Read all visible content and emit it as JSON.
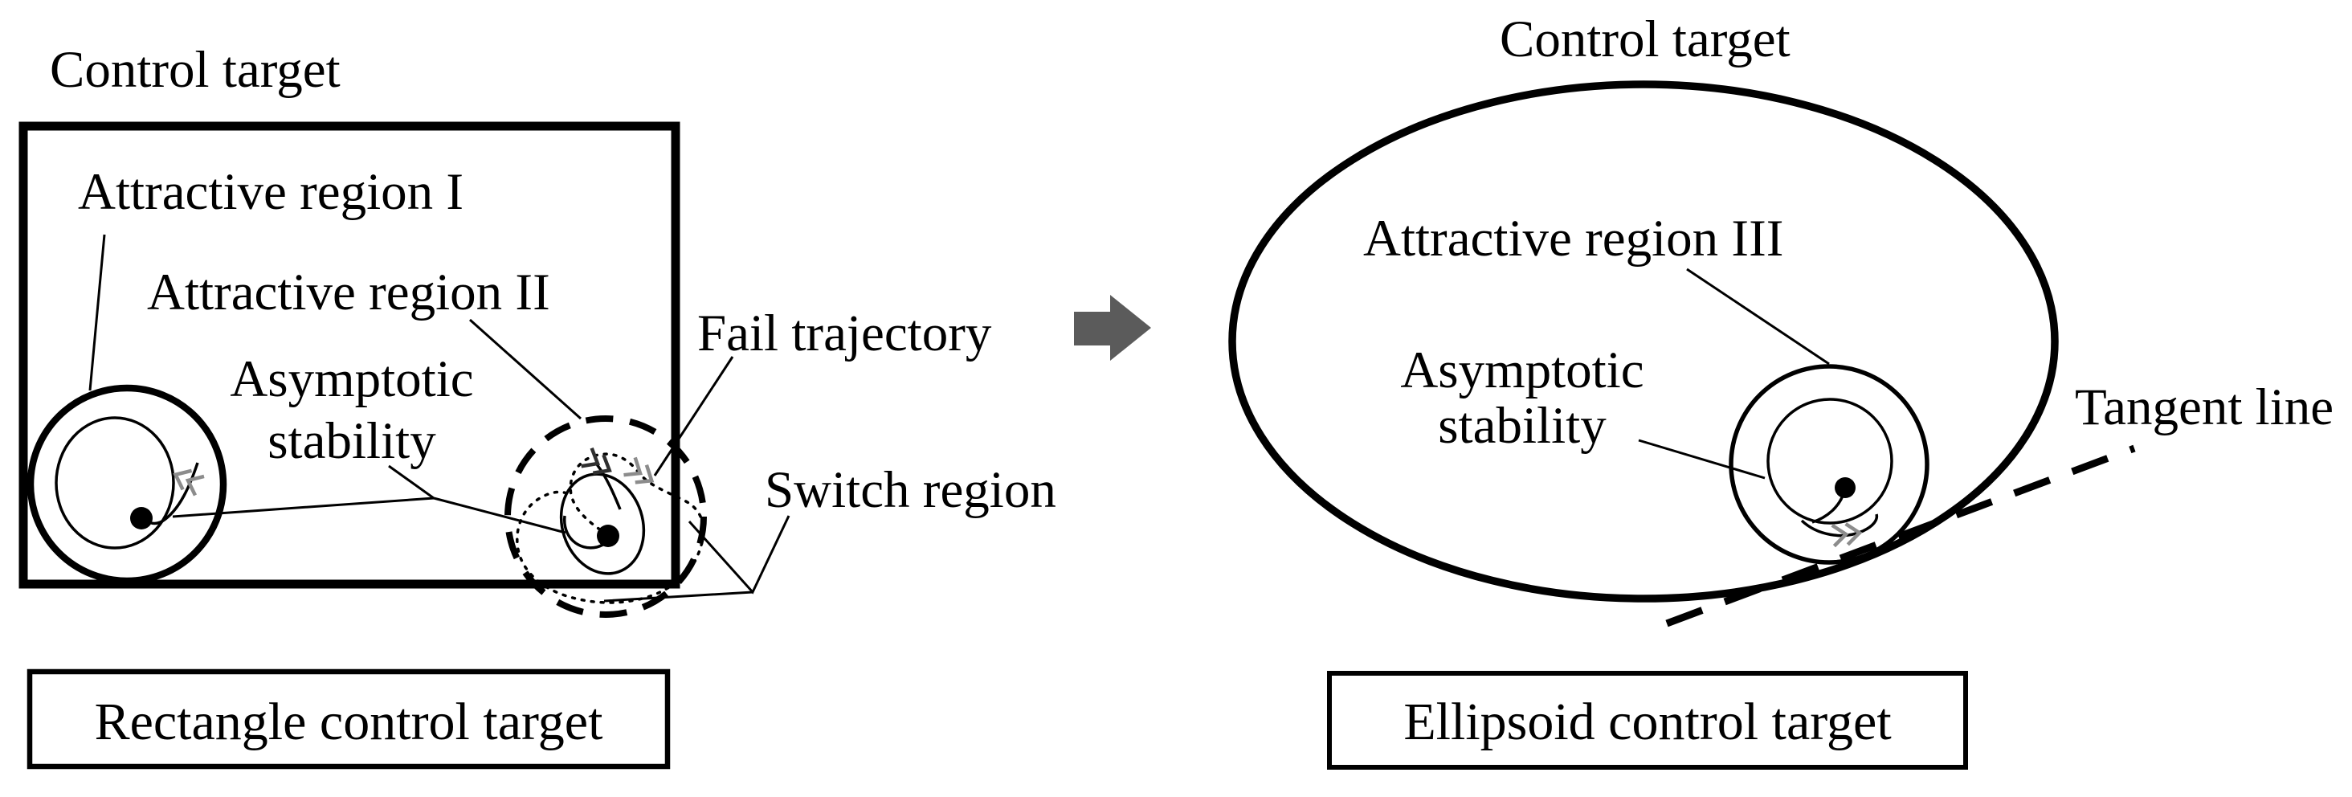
{
  "left": {
    "title": "Control target",
    "attractive_region_1": "Attractive region I",
    "attractive_region_2": "Attractive region II",
    "asymptotic_line1": "Asymptotic",
    "asymptotic_line2": "stability",
    "fail_trajectory": "Fail trajectory",
    "switch_region": "Switch region",
    "caption": "Rectangle control target"
  },
  "right": {
    "title": "Control target",
    "attractive_region_3": "Attractive region III",
    "asymptotic_line1": "Asymptotic",
    "asymptotic_line2": "stability",
    "tangent_line": "Tangent line",
    "caption": "Ellipsoid control target"
  },
  "colors": {
    "ink": "#000000",
    "arrow": "#5b5b5b",
    "chevron_gray": "#8c8c8c",
    "chevron_dark": "#2f2f2f",
    "background": "#ffffff"
  }
}
